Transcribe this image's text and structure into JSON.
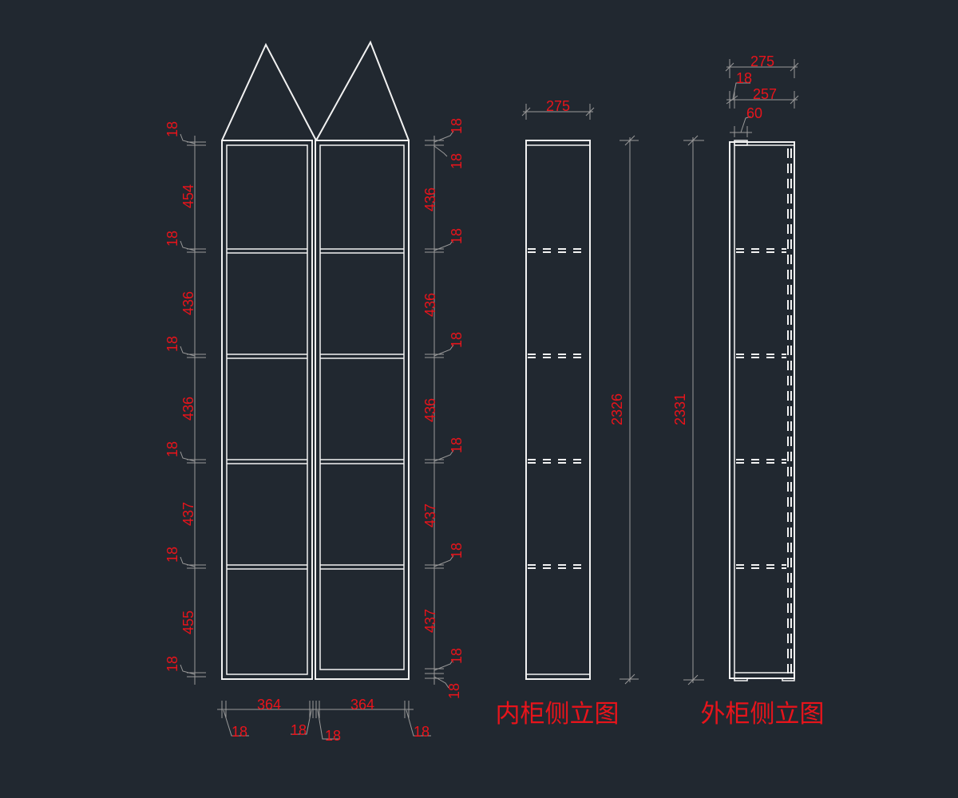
{
  "colors": {
    "background": "#212830",
    "lines": "#f2f2f2",
    "dimension_text": "#e8141b",
    "dimension_lines": "#9a9a9a"
  },
  "front_view": {
    "left_heights": [
      "18",
      "454",
      "18",
      "436",
      "18",
      "436",
      "18",
      "437",
      "18",
      "455",
      "18"
    ],
    "right_heights": [
      "18",
      "18",
      "436",
      "18",
      "436",
      "18",
      "436",
      "18",
      "437",
      "18",
      "437",
      "18",
      "18"
    ],
    "bottom_widths": [
      "364",
      "364"
    ],
    "bottom_thickness": [
      "18",
      "18",
      "18",
      "18"
    ]
  },
  "inner_side": {
    "title": "内柜侧立图",
    "depth": "275",
    "height": "2326"
  },
  "outer_side": {
    "title": "外柜侧立图",
    "depth": "275",
    "inner_depth": "257",
    "panel": "18",
    "back_gap": "60",
    "height": "2331"
  }
}
